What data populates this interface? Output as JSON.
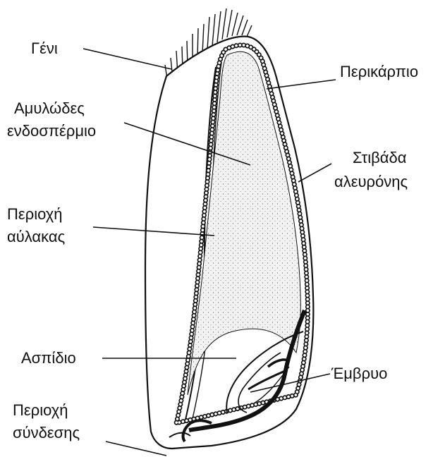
{
  "labels": {
    "geni": "Γένι",
    "endosperm_1": "Αμυλώδες",
    "endosperm_2": "ενδοσπέρμιο",
    "groove_1": "Περιοχή",
    "groove_2": "αύλακας",
    "scutellum": "Ασπίδιο",
    "attachment_1": "Περιοχή",
    "attachment_2": "σύνδεσης",
    "pericarp": "Περικάρπιο",
    "aleurone_1": "Στιβάδα",
    "aleurone_2": "αλευρόνης",
    "embryo": "Έμβρυο"
  },
  "colors": {
    "ink": "#111111",
    "endosperm_fill": "#eeeeee",
    "background": "#ffffff"
  }
}
